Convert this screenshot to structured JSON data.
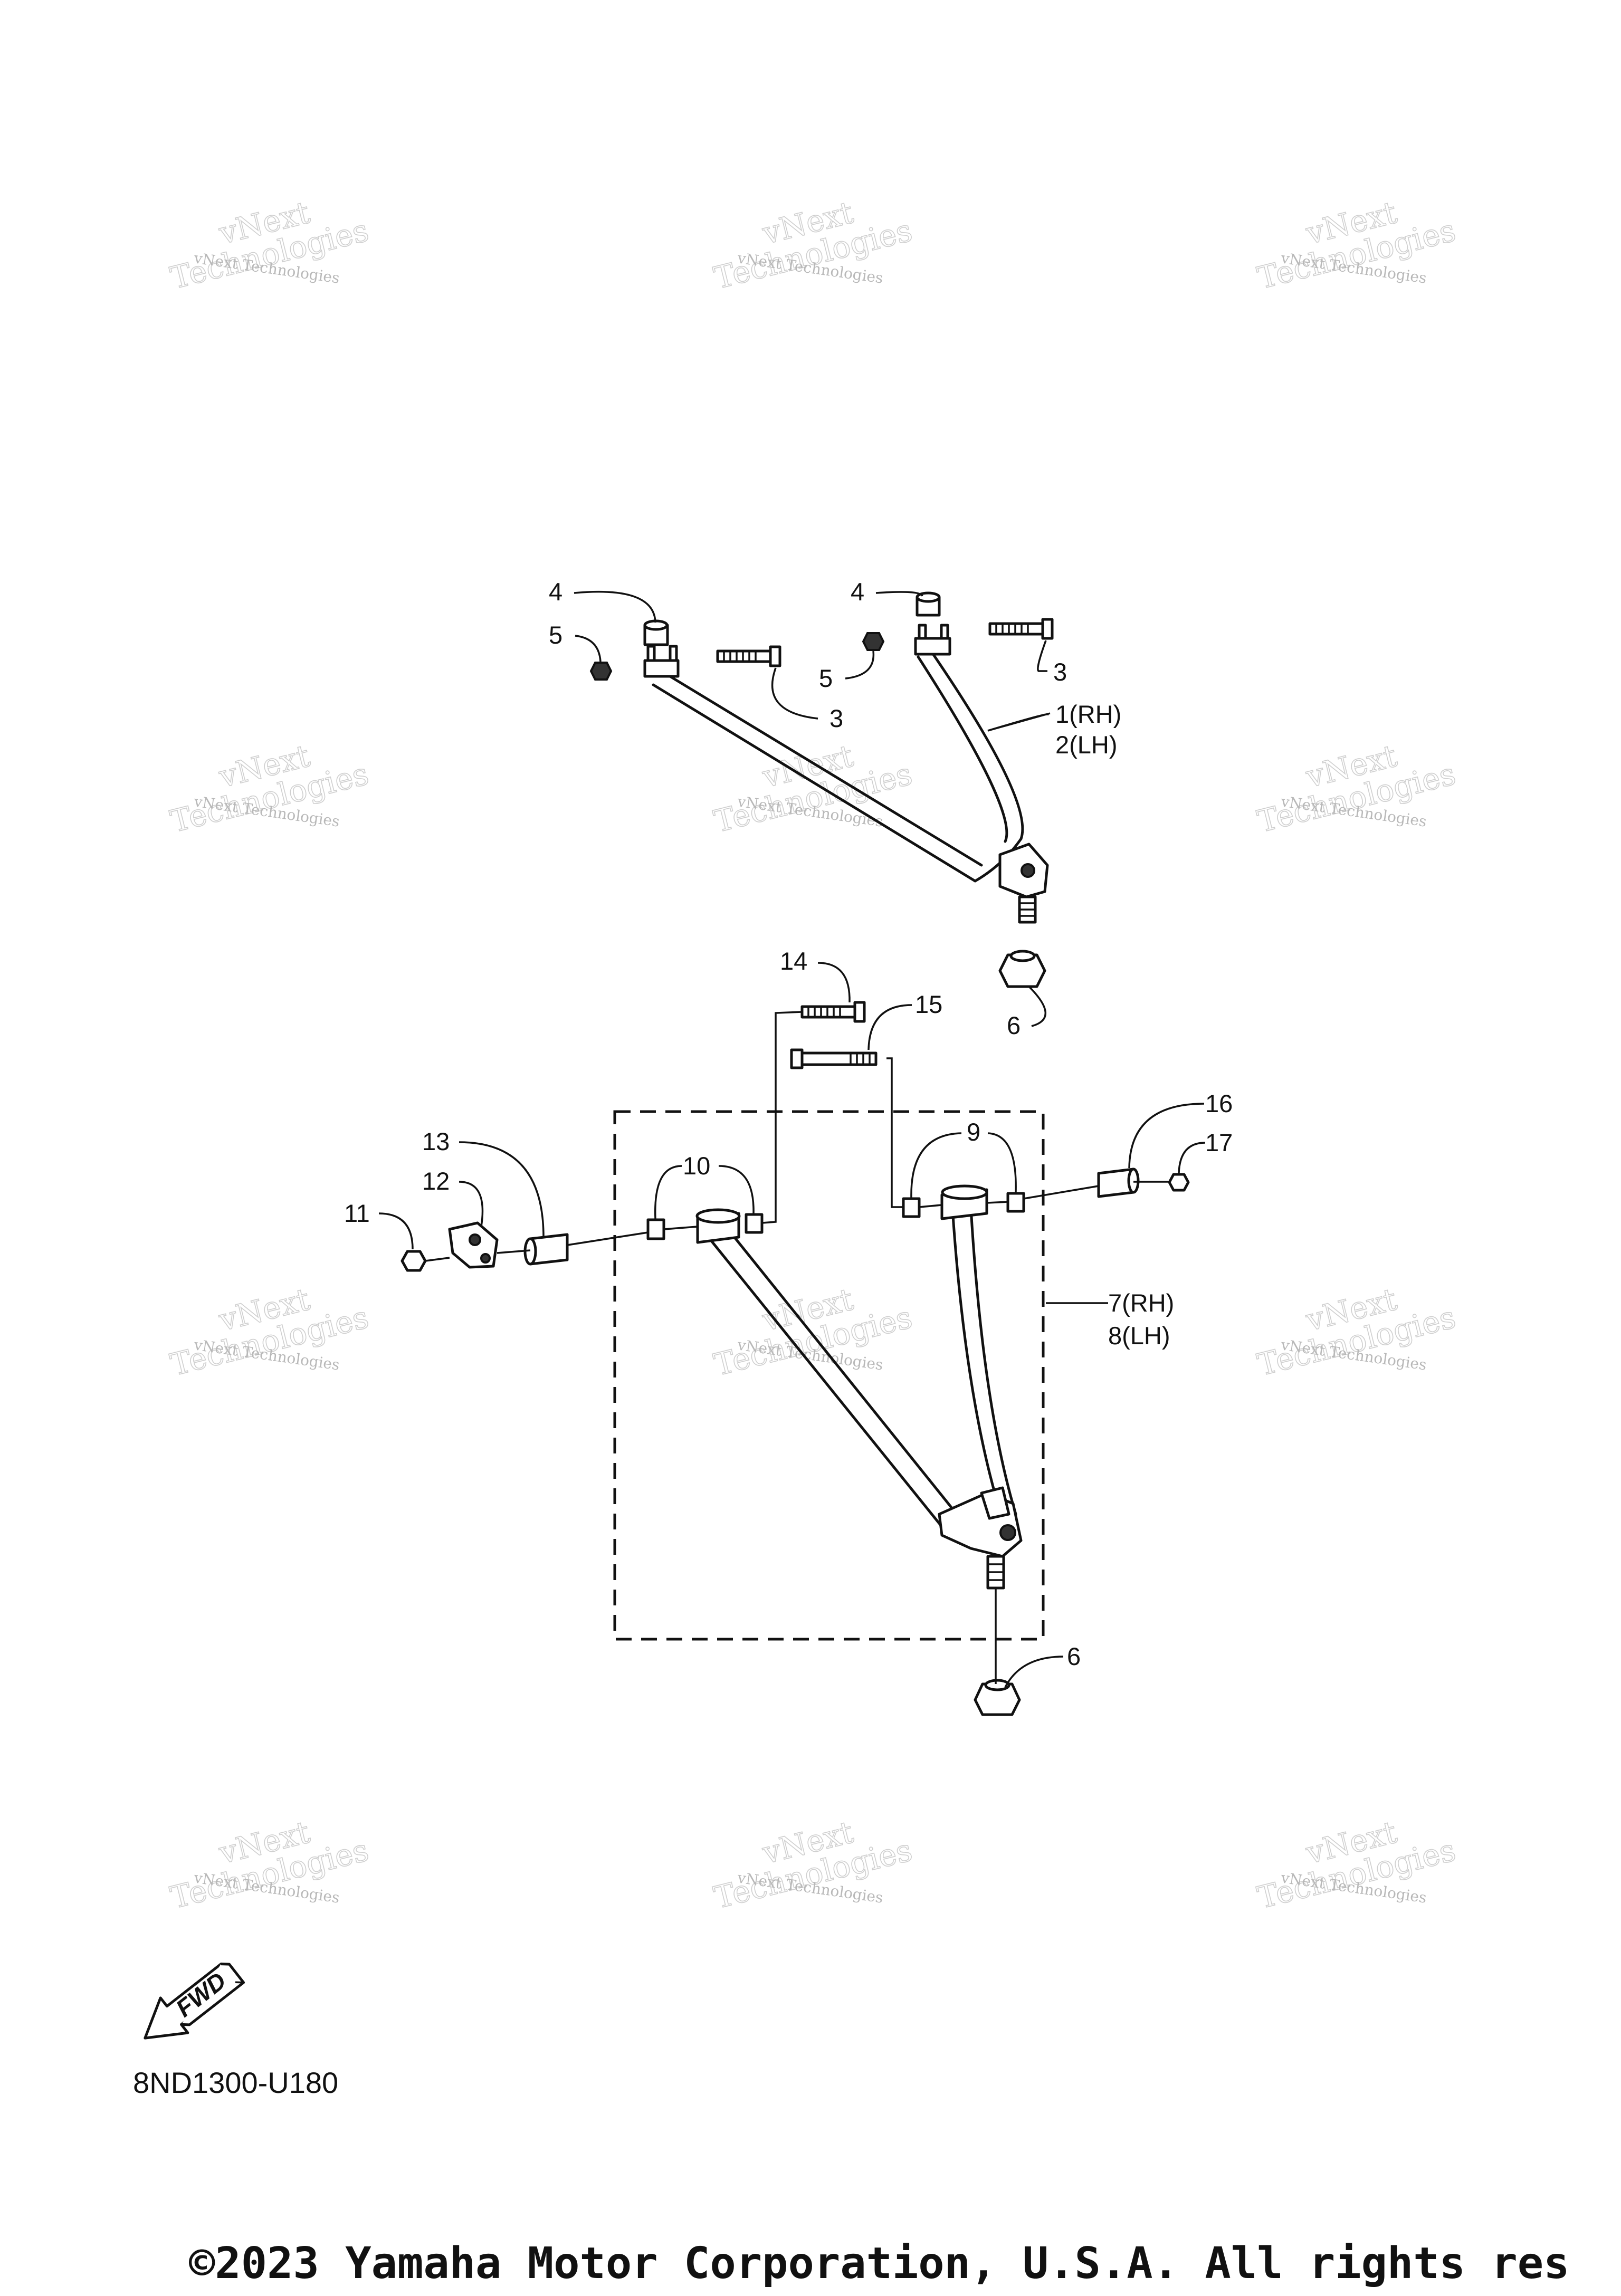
{
  "watermark": {
    "line1": "vNext Technologies",
    "line2": "vNext",
    "line3": "Technologies"
  },
  "callouts": {
    "p1": "1(RH)",
    "p2": "2(LH)",
    "p3": "3",
    "p4": "4",
    "p5": "5",
    "p6": "6",
    "p7": "7(RH)",
    "p8": "8(LH)",
    "p9": "9",
    "p10": "10",
    "p11": "11",
    "p12": "12",
    "p13": "13",
    "p14": "14",
    "p15": "15",
    "p16": "16",
    "p17": "17"
  },
  "fwd_label": "FWD",
  "diagram_code": "8ND1300-U180",
  "copyright": "©2023 Yamaha Motor Corporation, U.S.A. All rights res"
}
